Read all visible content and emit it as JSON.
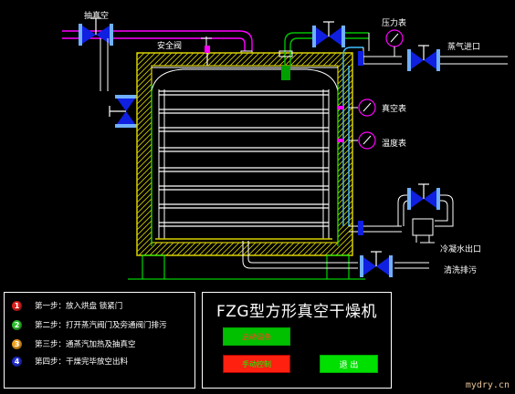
{
  "labels": {
    "vacuum_pump": "抽真空",
    "safety_valve": "安全阀",
    "pressure_gauge": "压力表",
    "steam_inlet": "蒸气进口",
    "vacuum_gauge": "真空表",
    "temperature_gauge": "温度表",
    "condensate_outlet": "冷凝水出口",
    "drain": "清洗排污"
  },
  "steps": [
    {
      "num": "1",
      "color": "#e0201c",
      "text": "第一步：放入烘盘  锁紧门"
    },
    {
      "num": "2",
      "color": "#2bbf2b",
      "text": "第二步：打开蒸汽阀门及旁通阀门排污"
    },
    {
      "num": "3",
      "color": "#f0a020",
      "text": "第三步：通蒸汽加热及抽真空"
    },
    {
      "num": "4",
      "color": "#2030d0",
      "text": "第四步：干燥完毕放空出料"
    }
  ],
  "panel": {
    "title": "FZG型方形真空干燥机",
    "start_label": "启动设备",
    "manual_label": "手动控制",
    "exit_label": "退 出"
  },
  "watermark": "mydry.cn",
  "colors": {
    "pipe_white": "#f0f0f0",
    "pipe_magenta": "#ff00ff",
    "pipe_green": "#00c000",
    "pipe_cyan": "#40c0ff",
    "valve_blue": "#1020e0",
    "insulation_yellow": "#f0e000",
    "frame_green": "#00ff00",
    "start_btn": "#00c000",
    "manual_btn": "#ff2010",
    "exit_btn": "#00e000"
  }
}
